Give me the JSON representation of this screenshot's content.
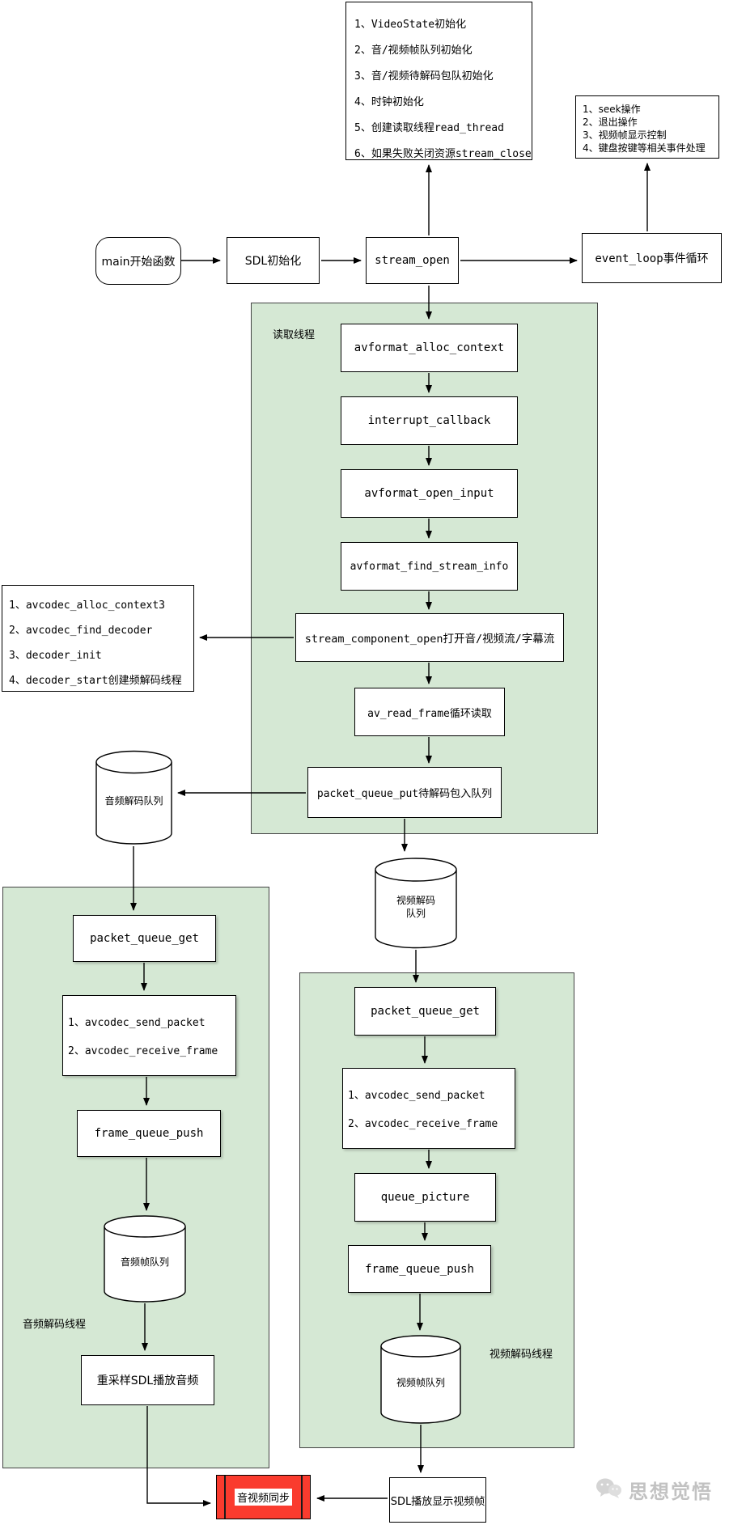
{
  "colors": {
    "green_fill": "#d5e8d4",
    "region_border": "#434343",
    "node_border": "#000000",
    "red_fill": "#fa3b2e",
    "watermark_gray": "#c2c2c2"
  },
  "top_init_box": {
    "items": [
      "1、VideoState初始化",
      "2、音/视频帧队列初始化",
      "3、音/视频待解码包队初始化",
      "4、时钟初始化",
      "5、创建读取线程read_thread",
      "6、如果失败关闭资源stream_close"
    ]
  },
  "event_box": {
    "items": [
      "1、seek操作",
      "2、退出操作",
      "3、视频帧显示控制",
      "4、键盘按键等相关事件处理"
    ]
  },
  "main_flow": {
    "main_start": "main开始函数",
    "sdl_init": "SDL初始化",
    "stream_open": "stream_open",
    "event_loop": "event_loop事件循环"
  },
  "read_thread": {
    "label": "读取线程",
    "step1": "avformat_alloc_context",
    "step2": "interrupt_callback",
    "step3": "avformat_open_input",
    "step4": "avformat_find_stream_info",
    "step5": "stream_component_open打开音/视频流/字幕流",
    "step6": "av_read_frame循环读取",
    "step7": "packet_queue_put待解码包入队列"
  },
  "decoder_box": {
    "items": [
      "1、avcodec_alloc_context3",
      "2、avcodec_find_decoder",
      "3、decoder_init",
      "4、decoder_start创建频解码线程"
    ]
  },
  "queues": {
    "audio_packet": "音频解码队列",
    "video_packet_line1": "视频解码",
    "video_packet_line2": "队列",
    "audio_frame": "音频帧队列",
    "video_frame": "视频帧队列"
  },
  "audio_thread": {
    "label": "音频解码线程",
    "step1": "packet_queue_get",
    "step2_items": [
      "1、avcodec_send_packet",
      "2、avcodec_receive_frame"
    ],
    "step3": "frame_queue_push",
    "step4": "重采样SDL播放音频"
  },
  "video_thread": {
    "label": "视频解码线程",
    "step1": "packet_queue_get",
    "step2_items": [
      "1、avcodec_send_packet",
      "2、avcodec_receive_frame"
    ],
    "step3": "queue_picture",
    "step4": "frame_queue_push"
  },
  "bottom": {
    "av_sync": "音视频同步",
    "sdl_display": "SDL播放显示视频帧"
  },
  "watermark": {
    "text": "思想觉悟"
  }
}
